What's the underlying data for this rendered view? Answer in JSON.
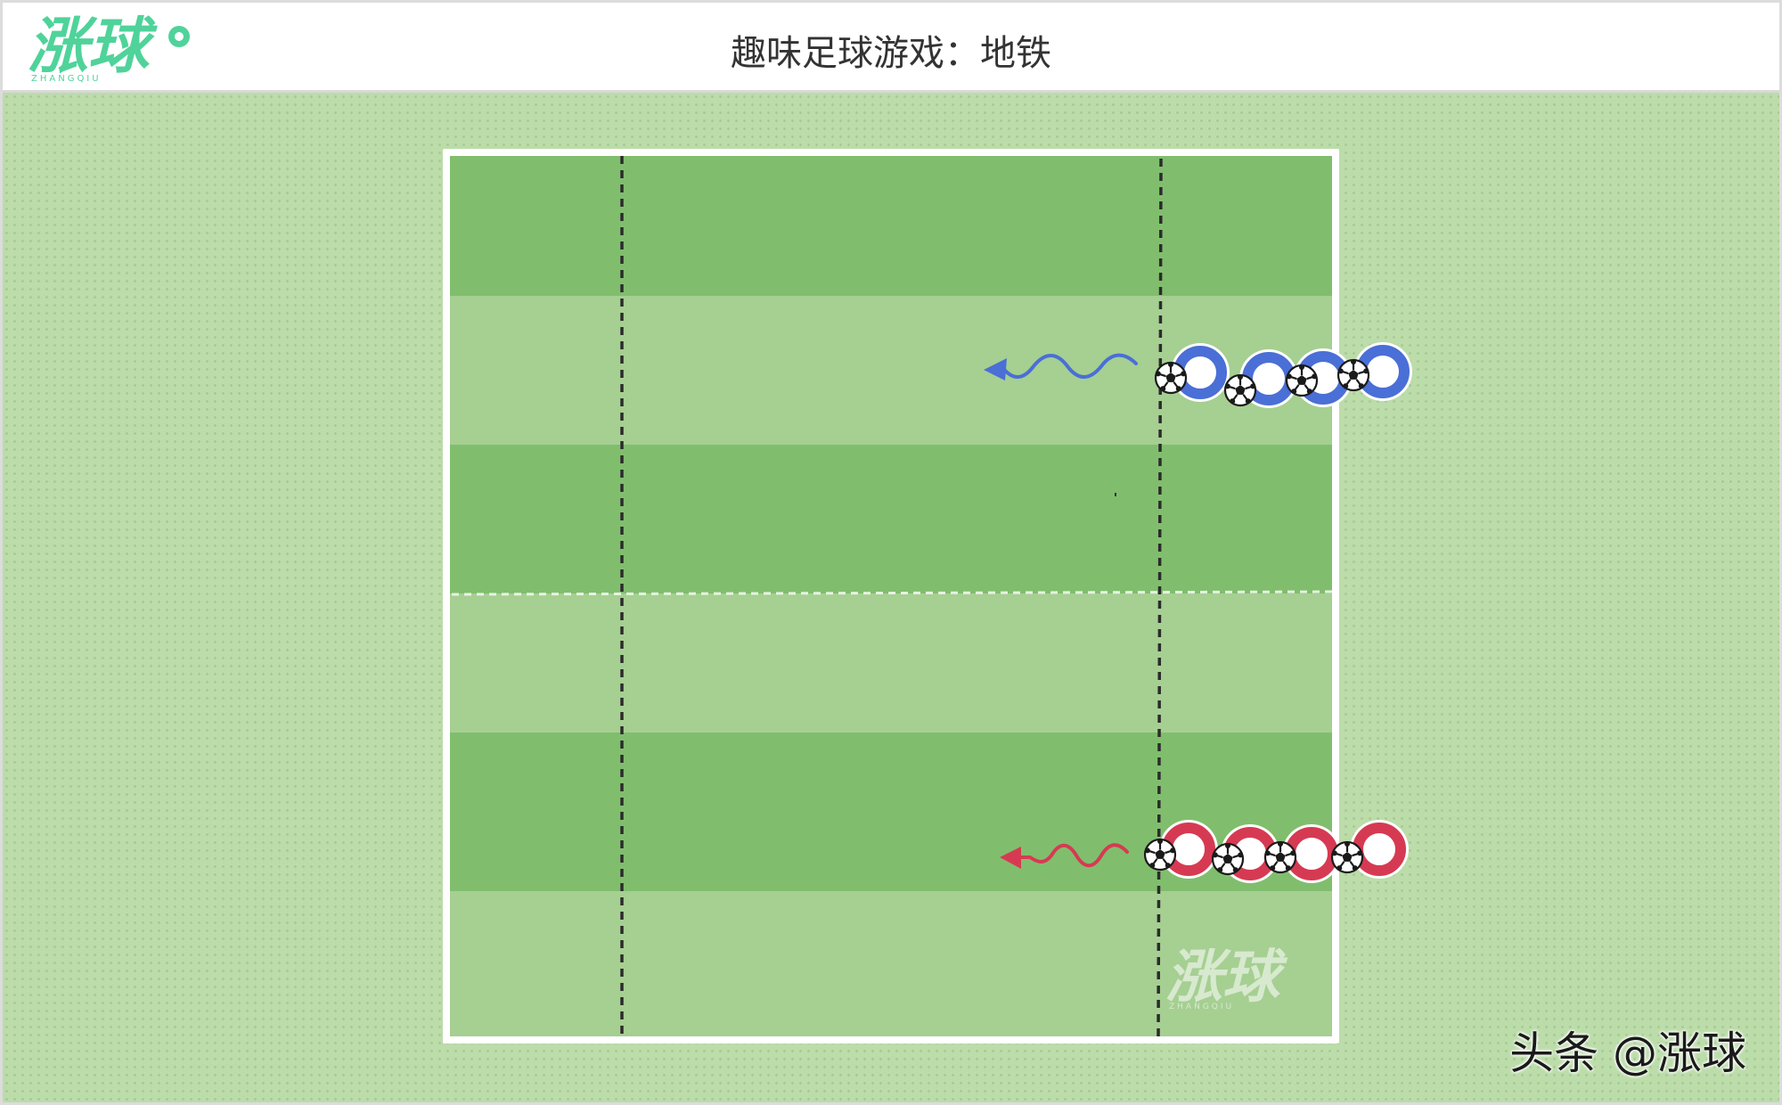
{
  "header": {
    "title": "趣味足球游戏：地铁",
    "logo_text": "涨球",
    "logo_subtext": "ZHANGQIU"
  },
  "watermark": {
    "text": "涨球",
    "subtext": "ZHANGQIU"
  },
  "credit": "头条 @涨球",
  "colors": {
    "stripe_dark": "#80be6e",
    "stripe_light": "#a6cf92",
    "blue_team": "#4a6fd6",
    "red_team": "#d63a52",
    "logo_green": "#4fd39a"
  },
  "icons": {
    "ball": "soccer-ball-icon",
    "player": "player-ring-icon",
    "arrow": "dribble-wave-arrow-icon"
  },
  "teams": [
    {
      "name": "blue",
      "players": 4,
      "balls": 4
    },
    {
      "name": "red",
      "players": 4,
      "balls": 4
    }
  ]
}
